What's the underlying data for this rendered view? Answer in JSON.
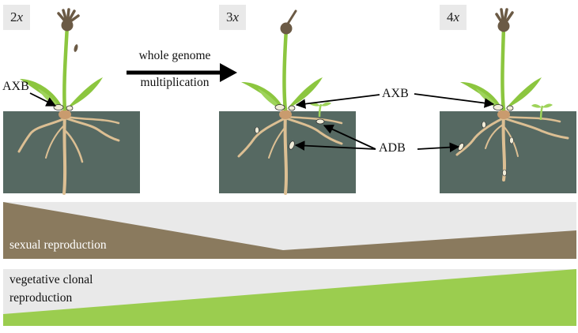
{
  "panels": [
    {
      "ploidy_num": "2",
      "ploidy_var": "x"
    },
    {
      "ploidy_num": "3",
      "ploidy_var": "x"
    },
    {
      "ploidy_num": "4",
      "ploidy_var": "x"
    }
  ],
  "arrow": {
    "line1": "whole genome",
    "line2": "multiplication"
  },
  "labels": {
    "axb_left": "AXB",
    "axb_right": "AXB",
    "adb": "ADB"
  },
  "bands": {
    "sexual": {
      "line1": "sexual reproduction"
    },
    "vegetative": {
      "line1": "vegetative clonal",
      "line2": "reproduction"
    }
  },
  "colors": {
    "soil": "#566962",
    "stem": "#8cc63f",
    "root": "#dcbf93",
    "sexual_band": "#8a7a5e",
    "vegetative_band": "#9bcd4f",
    "band_background": "#e9e9e9"
  }
}
